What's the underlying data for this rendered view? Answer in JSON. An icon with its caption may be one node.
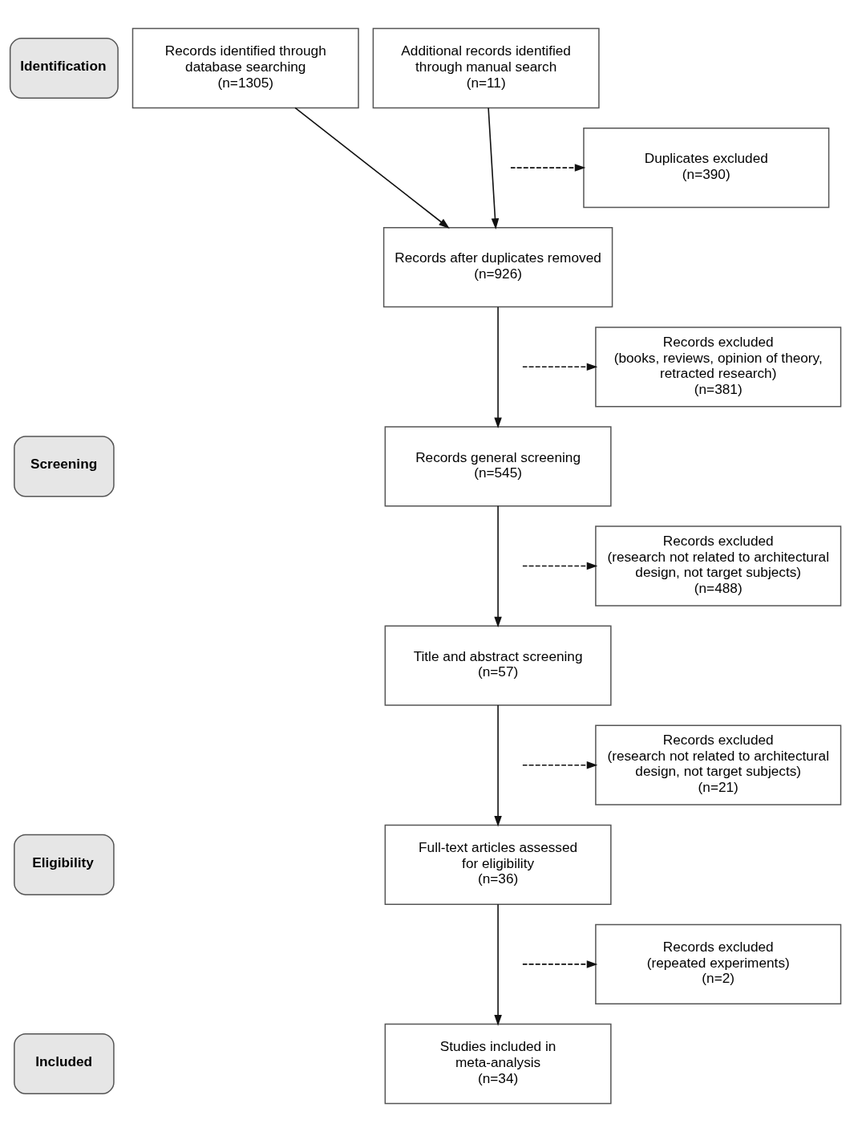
{
  "diagram": {
    "nodes": [
      {
        "text": [
          "Identification"
        ]
      },
      {
        "text": [
          "Records identified through database searching",
          "(n=1305)"
        ]
      },
      {
        "text": [
          "Additional records identified through manual search",
          "(n=11)"
        ]
      },
      {
        "text": [
          "Screening"
        ]
      },
      {
        "text": [
          "Duplicates excluded",
          "(n=390)"
        ]
      },
      {
        "text": [
          "Records after duplicates removed",
          "(n=926)"
        ]
      },
      {
        "text": [
          "Records excluded",
          "(books, reviews, opinion of theory, retracted research)",
          "(n=381)"
        ]
      },
      {
        "text": [
          "Records general screening",
          "(n=545)"
        ]
      },
      {
        "text": [
          "Records excluded",
          "(research not related to architectural design, not target subjects)",
          "(n=488)"
        ]
      },
      {
        "text": [
          "Title and abstract screening",
          "(n=57)"
        ]
      },
      {
        "text": [
          "Records excluded",
          "(research not related to architectural design, not target subjects)",
          "(n=21)"
        ]
      },
      {
        "text": [
          "Eligibility"
        ]
      },
      {
        "text": [
          "Full-text articles assessed for eligibility",
          "(n=36)"
        ]
      },
      {
        "text": [
          "Records excluded",
          "(repeated experiments)",
          "(n=2)"
        ]
      },
      {
        "text": [
          "Included"
        ]
      },
      {
        "text": [
          "Studies included in meta-analysis",
          "(n=34)"
        ]
      }
    ],
    "edges": [
      {
        "from": 1,
        "to": 5,
        "arrow": "to"
      },
      {
        "from": 2,
        "to": 5,
        "arrow": "to"
      },
      {
        "from": null,
        "to": 4,
        "arrow": "to",
        "style": "dashed"
      },
      {
        "from": 5,
        "to": 7,
        "arrow": "to"
      },
      {
        "from": null,
        "to": 6,
        "arrow": "to",
        "style": "dashed"
      },
      {
        "from": 7,
        "to": 9,
        "arrow": "to"
      },
      {
        "from": null,
        "to": 8,
        "arrow": "to",
        "style": "dashed"
      },
      {
        "from": 9,
        "to": 12,
        "arrow": "to"
      },
      {
        "from": null,
        "to": 10,
        "arrow": "to",
        "style": "dashed"
      },
      {
        "from": 12,
        "to": 15,
        "arrow": "to"
      },
      {
        "from": null,
        "to": 13,
        "arrow": "to",
        "style": "dashed"
      }
    ]
  }
}
